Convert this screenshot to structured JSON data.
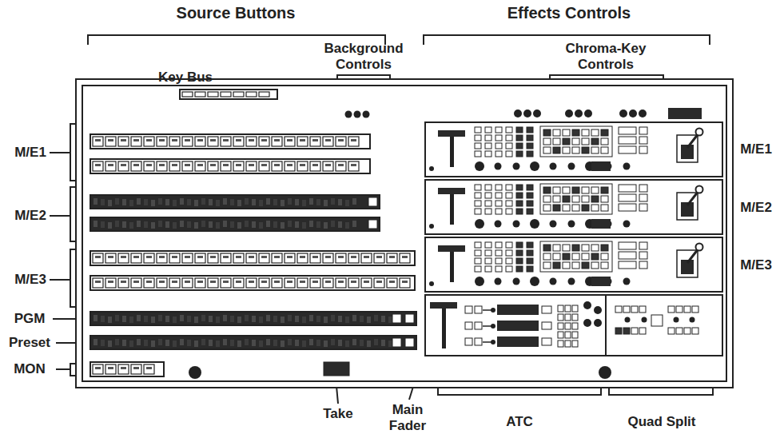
{
  "diagram": {
    "labels": [
      "Source Buttons",
      "Effects Controls",
      "Key Bus",
      "Background Controls",
      "Chroma-Key Controls",
      "M/E1",
      "M/E2",
      "M/E3",
      "M/E1",
      "M/E2",
      "M/E3",
      "PGM",
      "Preset",
      "MON",
      "Take",
      "Main Fader",
      "ATC",
      "Quad Split"
    ]
  }
}
